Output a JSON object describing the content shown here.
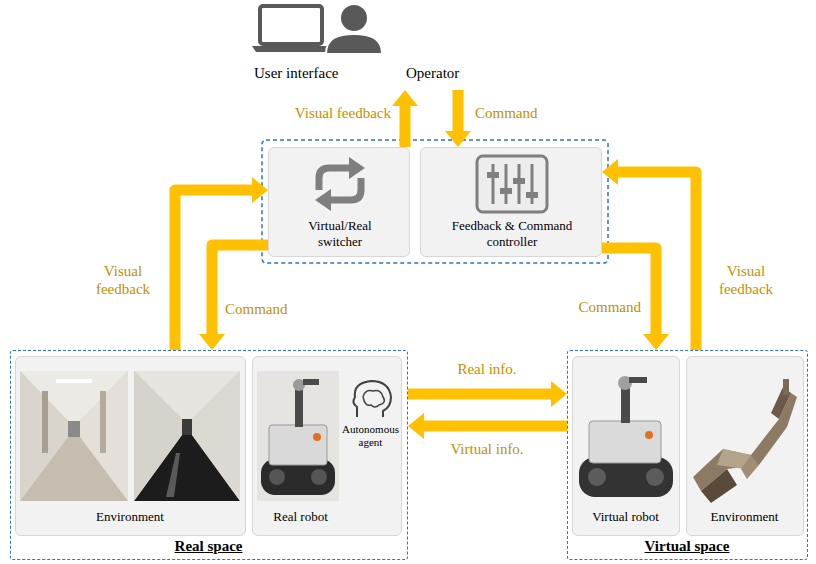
{
  "diagram": {
    "nodes": [
      {
        "text": [
          "User interface",
          "Operator"
        ]
      },
      {
        "text": [
          "Virtual/Real switcher"
        ]
      },
      {
        "text": [
          "Feedback & Command controller"
        ]
      },
      {
        "text": [
          "Real space"
        ]
      },
      {
        "text": [
          "Environment"
        ],
        "in": 3
      },
      {
        "text": [
          "Real robot",
          "Autonomous agent"
        ],
        "in": 3
      },
      {
        "text": [
          "Virtual space"
        ]
      },
      {
        "text": [
          "Virtual robot"
        ],
        "in": 6
      },
      {
        "text": [
          "Environment"
        ],
        "in": 6
      }
    ],
    "edges": [
      {
        "from": 1,
        "to": 0,
        "arrow": "to",
        "label": "Visual feedback"
      },
      {
        "from": 0,
        "to": 2,
        "arrow": "to",
        "label": "Command"
      },
      {
        "from": 3,
        "to": 1,
        "arrow": "to",
        "label": "Visual feedback"
      },
      {
        "from": 1,
        "to": 3,
        "arrow": "to",
        "label": "Command"
      },
      {
        "from": 2,
        "to": 6,
        "arrow": "to",
        "label": "Command"
      },
      {
        "from": 6,
        "to": 2,
        "arrow": "to",
        "label": "Visual feedback"
      },
      {
        "from": 3,
        "to": 6,
        "arrow": "to",
        "label": "Real info."
      },
      {
        "from": 6,
        "to": 3,
        "arrow": "to",
        "label": "Virtual info."
      }
    ]
  }
}
